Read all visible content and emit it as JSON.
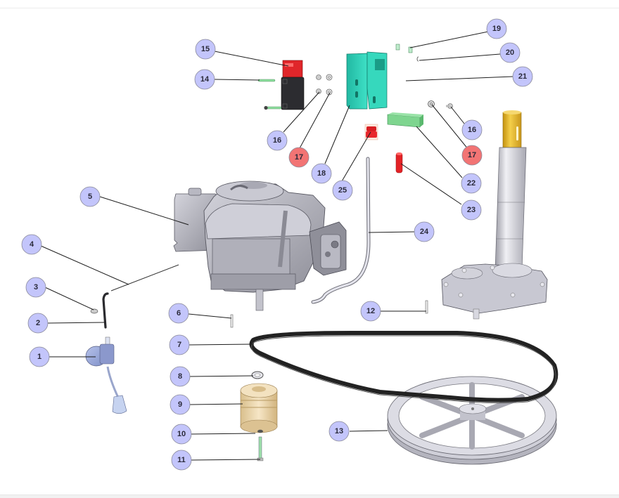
{
  "diagram": {
    "title": "Exploded parts view",
    "colors": {
      "badge_fill": "#c3c5fb",
      "badge_highlight_fill": "#f27474",
      "badge_text": "#2a2a3a",
      "engine_gray": "#b9b9c2",
      "cover_teal": "#2fd0b8",
      "switch_red": "#e0262a",
      "block_green": "#7ed58f",
      "shaft_gold": "#e2b42a",
      "pulley_tan": "#efd9b0",
      "belt_black": "#2a2a2a"
    },
    "callouts": [
      {
        "number": "1",
        "part": "lever-assembly",
        "highlighted": false
      },
      {
        "number": "2",
        "part": "rod",
        "highlighted": false
      },
      {
        "number": "3",
        "part": "nut",
        "highlighted": false
      },
      {
        "number": "4",
        "part": "cable",
        "highlighted": false
      },
      {
        "number": "5",
        "part": "engine",
        "highlighted": false
      },
      {
        "number": "6",
        "part": "key",
        "highlighted": false
      },
      {
        "number": "7",
        "part": "belt",
        "highlighted": false
      },
      {
        "number": "8",
        "part": "washer",
        "highlighted": false
      },
      {
        "number": "9",
        "part": "drive-pulley",
        "highlighted": false
      },
      {
        "number": "10",
        "part": "lock-washer",
        "highlighted": false
      },
      {
        "number": "11",
        "part": "bolt",
        "highlighted": false
      },
      {
        "number": "12",
        "part": "key",
        "highlighted": false
      },
      {
        "number": "13",
        "part": "driven-pulley",
        "highlighted": false
      },
      {
        "number": "14",
        "part": "screw",
        "highlighted": false
      },
      {
        "number": "15",
        "part": "safety-switch",
        "highlighted": false
      },
      {
        "number": "16",
        "part": "nut",
        "highlighted": false
      },
      {
        "number": "17",
        "part": "washer",
        "highlighted": true
      },
      {
        "number": "18",
        "part": "cover",
        "highlighted": false
      },
      {
        "number": "19",
        "part": "rivet",
        "highlighted": false
      },
      {
        "number": "20",
        "part": "clip",
        "highlighted": false
      },
      {
        "number": "21",
        "part": "cover-plate",
        "highlighted": false
      },
      {
        "number": "22",
        "part": "pad",
        "highlighted": false
      },
      {
        "number": "23",
        "part": "sleeve",
        "highlighted": false
      },
      {
        "number": "24",
        "part": "hose",
        "highlighted": false
      },
      {
        "number": "25",
        "part": "cap",
        "highlighted": false
      },
      {
        "number": "16",
        "part": "nut",
        "highlighted": false
      },
      {
        "number": "17",
        "part": "washer",
        "highlighted": true
      }
    ]
  }
}
